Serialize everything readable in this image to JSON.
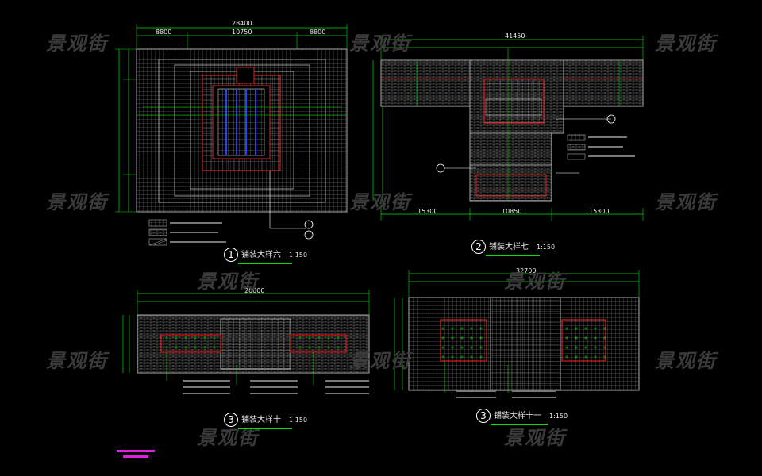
{
  "watermark": "景观街",
  "drawings": [
    {
      "num": "1",
      "title": "铺装大样六",
      "scale": "1:150"
    },
    {
      "num": "2",
      "title": "铺装大样七",
      "scale": "1:150"
    },
    {
      "num": "3",
      "title": "铺装大样十",
      "scale": "1:150"
    },
    {
      "num": "3",
      "title": "铺装大样十一",
      "scale": "1:150"
    }
  ],
  "dimensions": {
    "d1_total": "28400",
    "d1_left": "8800",
    "d1_mid": "10750",
    "d1_right": "8800",
    "d2_total": "41450",
    "d2_left": "15300",
    "d2_mid": "10850",
    "d2_right": "15300",
    "d3_total": "20000",
    "d4_total": "32700"
  },
  "colors": {
    "grid": "#9a9a9a",
    "dim": "#00e000",
    "border": "#e02020",
    "blue": "#2244ff",
    "text": "#e8e8e8",
    "mark": "#e020e0"
  }
}
